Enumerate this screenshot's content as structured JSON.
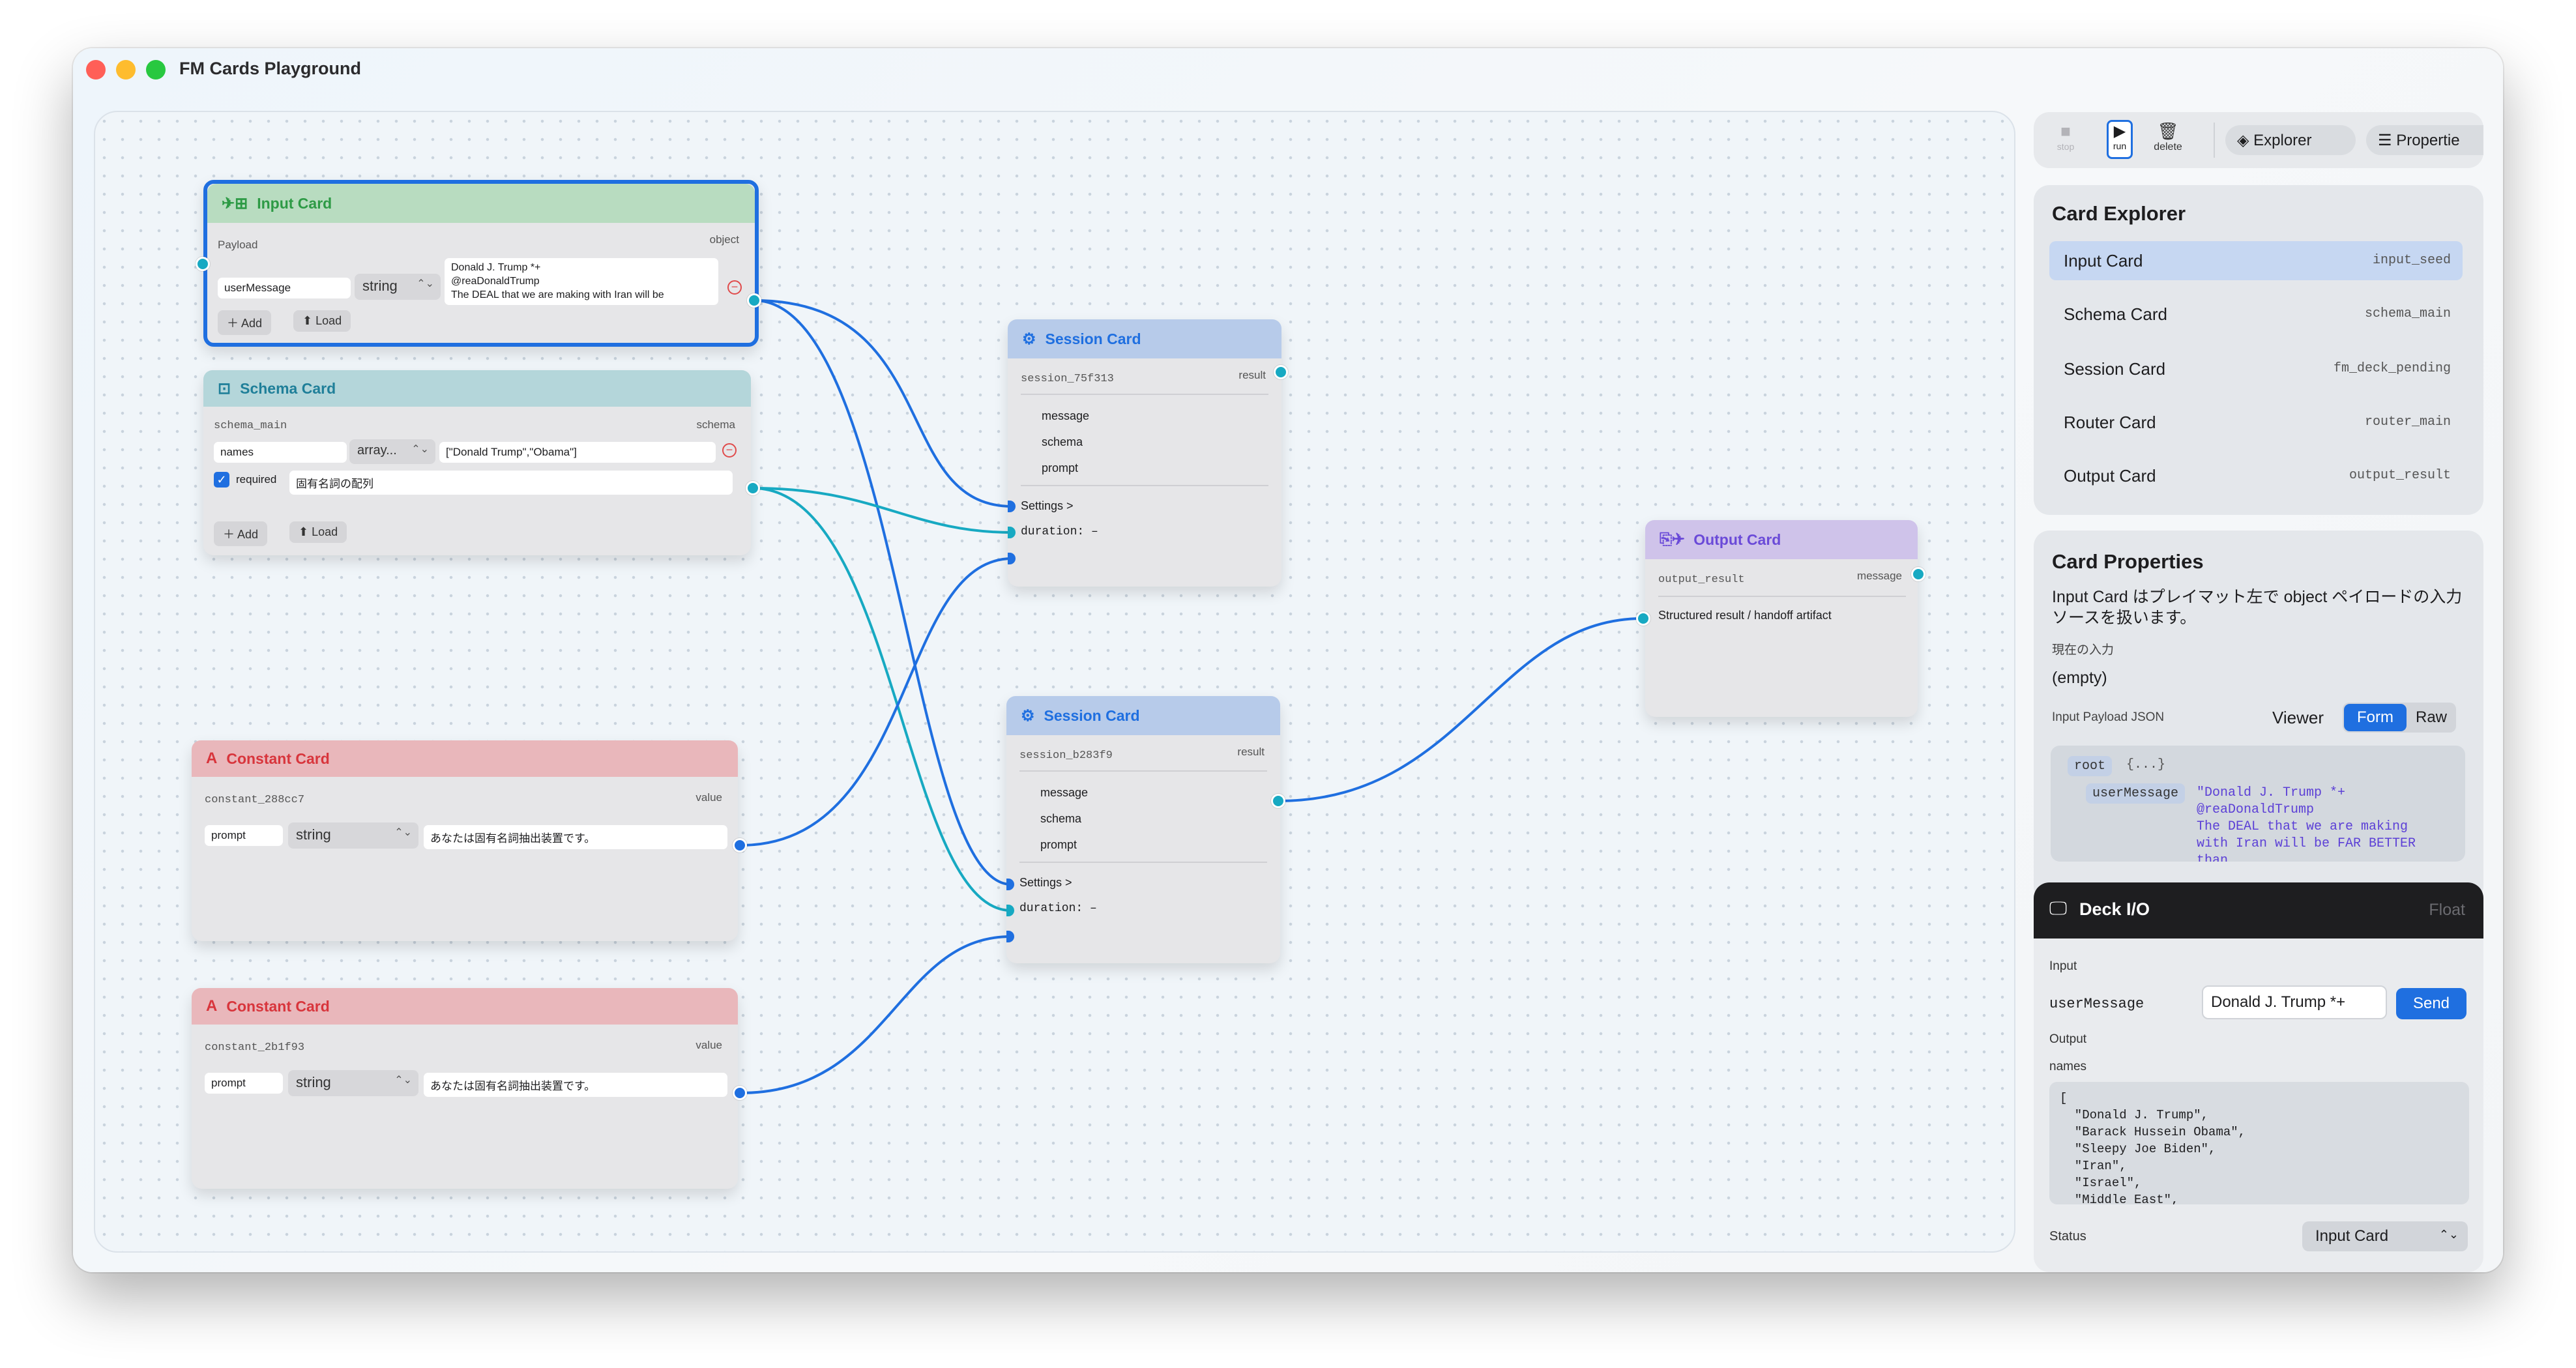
{
  "window": {
    "title": "FM Cards Playground"
  },
  "toolbar": {
    "stop": "stop",
    "run": "run",
    "delete": "delete",
    "explorer": "Explorer",
    "properties": "Propertie"
  },
  "cards": {
    "input": {
      "title": "Input Card",
      "payload_label": "Payload",
      "out_port": "object",
      "field_key": "userMessage",
      "field_type": "string",
      "field_value_lines": [
        "Donald J. Trump *+",
        "@reaDonaldTrump",
        "The DEAL that we are making with Iran will be"
      ],
      "add": "Add",
      "load": "Load"
    },
    "schema": {
      "title": "Schema Card",
      "id": "schema_main",
      "out_port": "schema",
      "field_key": "names",
      "field_type": "array...",
      "field_value": "[\"Donald Trump\",\"Obama\"]",
      "required_label": "required",
      "required_checked": true,
      "description": "固有名詞の配列",
      "add": "Add",
      "load": "Load"
    },
    "constant1": {
      "title": "Constant Card",
      "id": "constant_288cc7",
      "out_port": "value",
      "field_key": "prompt",
      "field_type": "string",
      "field_value": "あなたは固有名詞抽出装置です。"
    },
    "constant2": {
      "title": "Constant Card",
      "id": "constant_2b1f93",
      "out_port": "value",
      "field_key": "prompt",
      "field_type": "string",
      "field_value": "あなたは固有名詞抽出装置です。"
    },
    "session1": {
      "title": "Session Card",
      "id": "session_75f313",
      "out_port": "result",
      "in_message": "message",
      "in_schema": "schema",
      "in_prompt": "prompt",
      "settings": "Settings >",
      "duration": "duration: –"
    },
    "session2": {
      "title": "Session Card",
      "id": "session_b283f9",
      "out_port": "result",
      "in_message": "message",
      "in_schema": "schema",
      "in_prompt": "prompt",
      "settings": "Settings >",
      "duration": "duration: –"
    },
    "output": {
      "title": "Output Card",
      "id": "output_result",
      "out_port": "message",
      "in_label": "Structured result / handoff artifact"
    }
  },
  "explorer": {
    "title": "Card Explorer",
    "items": [
      {
        "name": "Input Card",
        "id": "input_seed",
        "selected": true
      },
      {
        "name": "Schema Card",
        "id": "schema_main",
        "selected": false
      },
      {
        "name": "Session Card",
        "id": "fm_deck_pending",
        "selected": false
      },
      {
        "name": "Router Card",
        "id": "router_main",
        "selected": false
      },
      {
        "name": "Output Card",
        "id": "output_result",
        "selected": false
      }
    ]
  },
  "properties": {
    "title": "Card Properties",
    "description_lines": [
      "Input Card はプレイマット左で object ペイロードの入力",
      "ソースを扱います。"
    ],
    "current_input_label": "現在の入力",
    "current_input_value": "(empty)",
    "payload_json_label": "Input Payload JSON",
    "viewer_label": "Viewer",
    "tabs": [
      "Form",
      "Raw"
    ],
    "active_tab": "Form",
    "root_key": "root",
    "root_value": "{...}",
    "entry_key": "userMessage",
    "entry_value_lines": [
      "\"Donald J. Trump *+",
      "@reaDonaldTrump",
      "The DEAL that we are making",
      "with Iran will be FAR BETTER",
      "than"
    ]
  },
  "deck": {
    "title": "Deck I/O",
    "float": "Float",
    "input_label": "Input",
    "field_key": "userMessage",
    "field_value": "Donald J. Trump *+",
    "send": "Send",
    "output_label": "Output",
    "output_key": "names",
    "output_lines": [
      "[",
      "  \"Donald J. Trump\",",
      "  \"Barack Hussein Obama\",",
      "  \"Sleepy Joe Biden\",",
      "  \"Iran\",",
      "  \"Israel\",",
      "  \"Middle East\","
    ],
    "status_label": "Status",
    "status_value": "Input Card"
  },
  "colors": {
    "accent": "#1f6fe0",
    "teal": "#17a9c2",
    "input_header": "#b8dcc0",
    "schema_header": "#b4d6da",
    "constant_header": "#e9b7bb",
    "session_header": "#b7cbea",
    "output_header": "#cfc3ea"
  }
}
